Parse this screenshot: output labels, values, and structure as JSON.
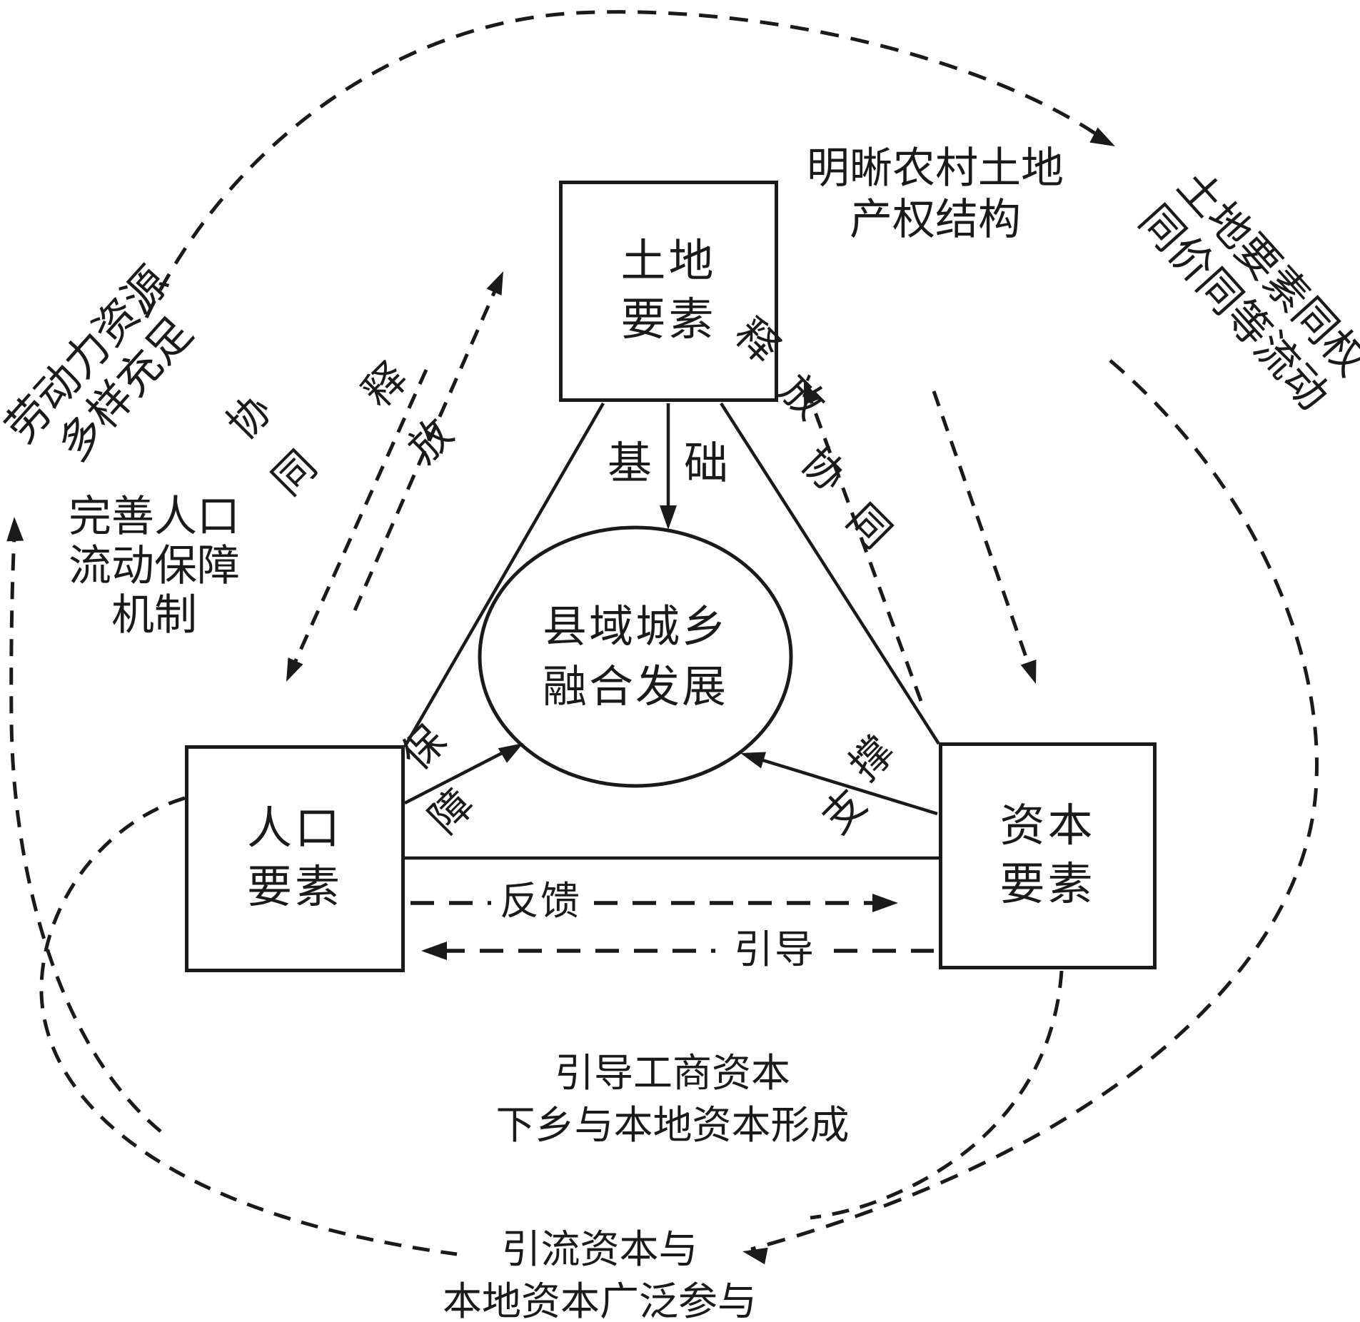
{
  "nodes": {
    "land": {
      "line1": "土地",
      "line2": "要素"
    },
    "population": {
      "line1": "人口",
      "line2": "要素"
    },
    "capital": {
      "line1": "资本",
      "line2": "要素"
    },
    "center": {
      "line1": "县域城乡",
      "line2": "融合发展"
    }
  },
  "edge_labels": {
    "foundation": {
      "char1": "基",
      "char2": "础"
    },
    "guarantee": {
      "char1": "保",
      "char2": "障"
    },
    "support": {
      "char1": "支",
      "char2": "撑"
    },
    "synergy_left": {
      "char1": "协",
      "char2": "同"
    },
    "release_left": {
      "char1": "释",
      "char2": "放"
    },
    "release_right": {
      "char1": "释",
      "char2": "放"
    },
    "synergy_right": {
      "char1": "协",
      "char2": "同"
    },
    "feedback": "反馈",
    "guide": "引导"
  },
  "annotations": {
    "labor": {
      "line1": "劳动力资源",
      "line2": "多样充足"
    },
    "population_mechanism": {
      "line1": "完善人口",
      "line2": "流动保障",
      "line3": "机制"
    },
    "land_property": {
      "line1": "明晰农村土地",
      "line2": "产权结构"
    },
    "land_rights_flow": {
      "line1": "土地要素同权",
      "line2": "同价同等流动"
    },
    "capital_guide": {
      "line1": "引导工商资本",
      "line2": "下乡与本地资本形成"
    },
    "capital_participation": {
      "line1": "引流资本与",
      "line2": "本地资本广泛参与"
    }
  },
  "colors": {
    "ink": "#1a1a1a",
    "background": "#ffffff"
  }
}
